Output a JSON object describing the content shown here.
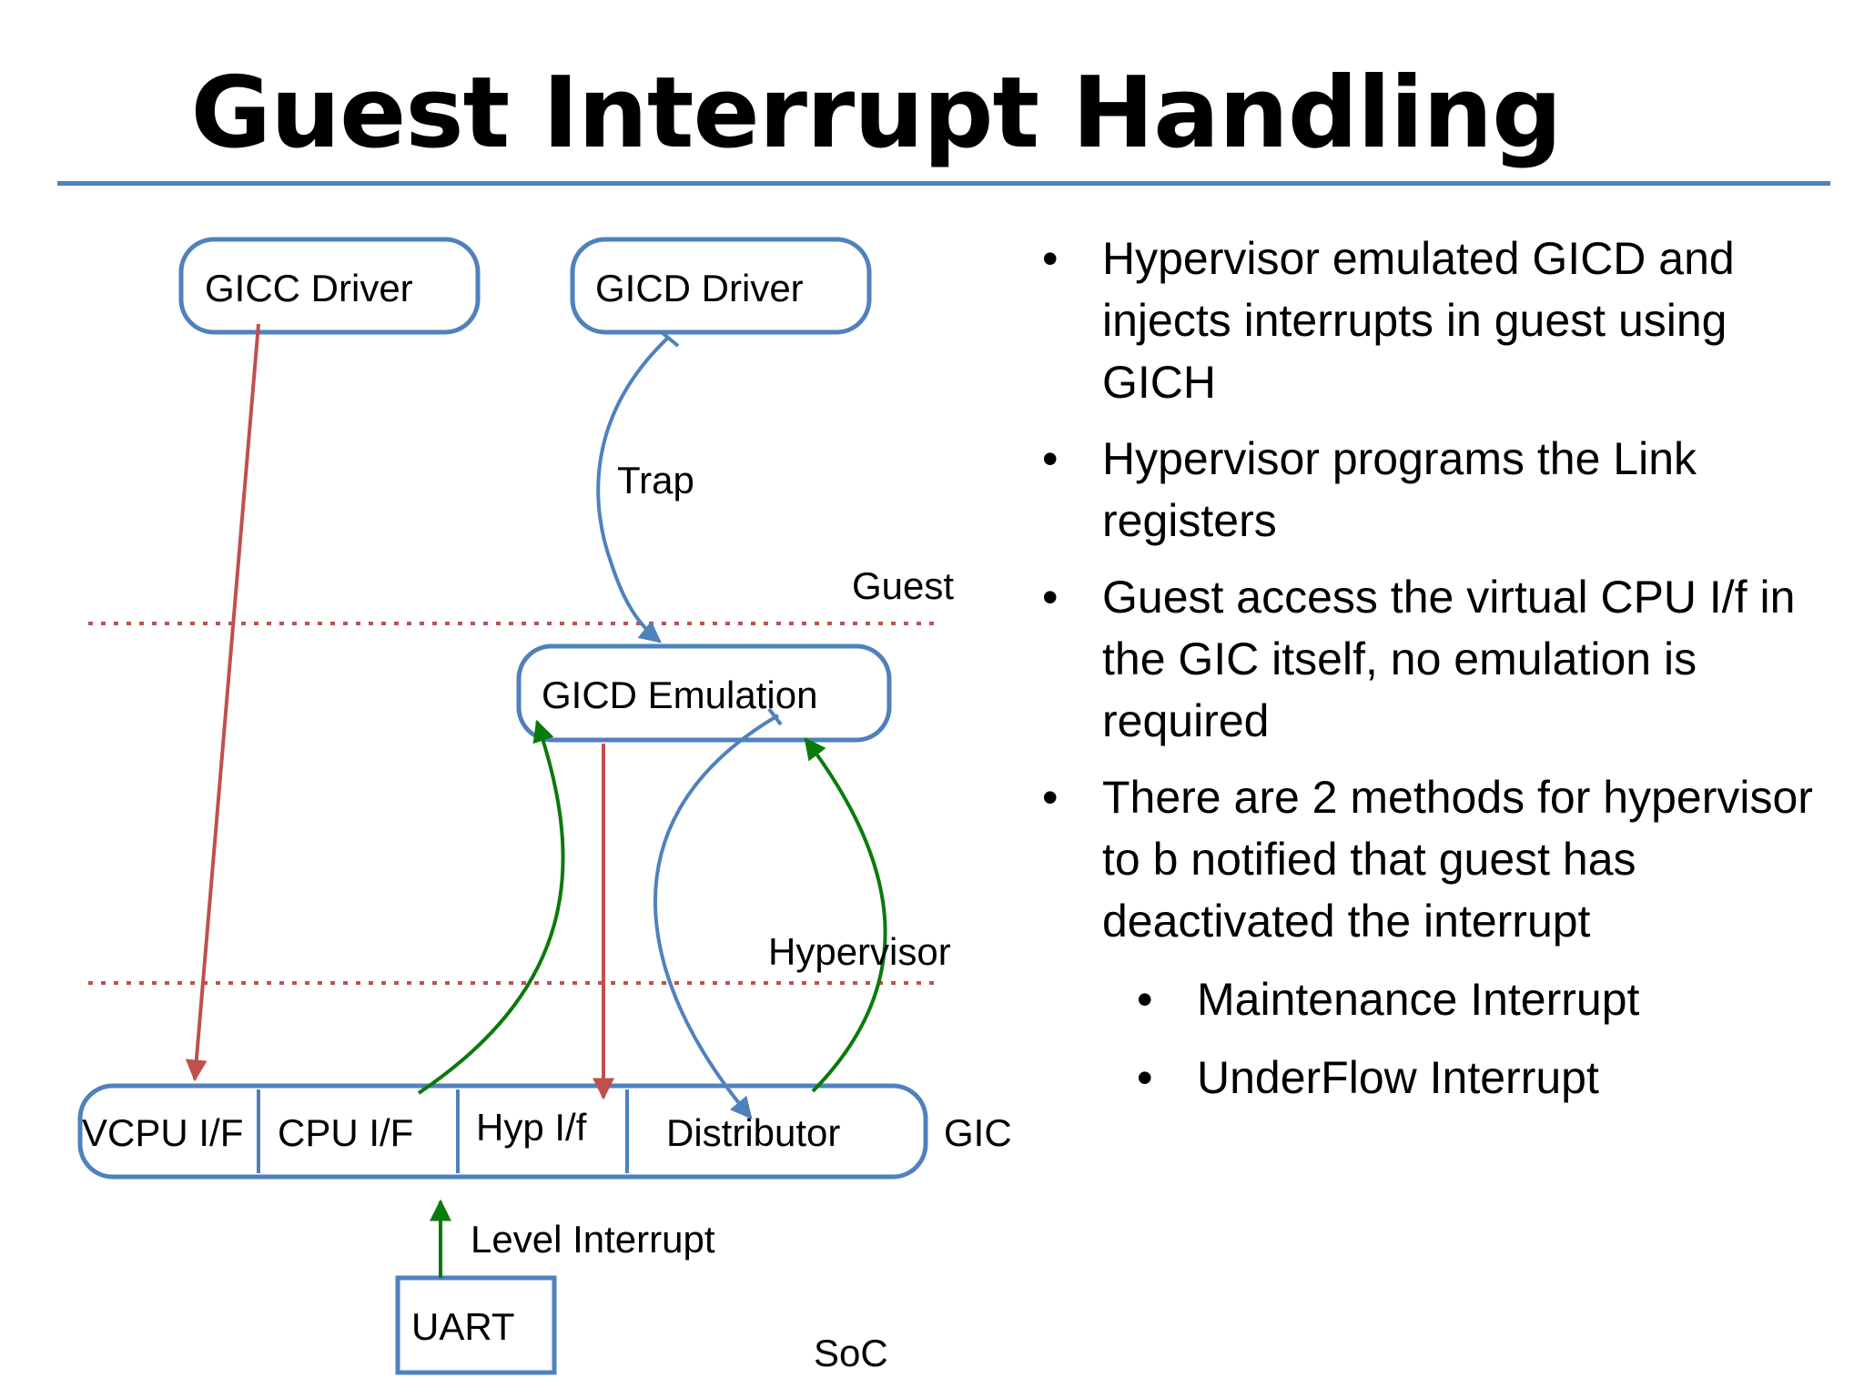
{
  "title": "Guest Interrupt Handling",
  "diagram": {
    "gicc_driver": "GICC Driver",
    "gicd_driver": "GICD Driver",
    "trap_label": "Trap",
    "guest_label": "Guest",
    "gicd_emulation": "GICD Emulation",
    "hypervisor_label": "Hypervisor",
    "gic_label": "GIC",
    "gic_parts": [
      "VCPU I/F",
      "CPU I/F",
      "Hyp I/f",
      "Distributor"
    ],
    "level_interrupt": "Level Interrupt",
    "uart": "UART",
    "soc_label": "SoC",
    "colors": {
      "box_border": "#4f81bd",
      "red_arrow": "#c0504d",
      "green_arrow": "#0a7a0a",
      "blue_arrow": "#4f81bd",
      "rule": "#4f81bd"
    }
  },
  "bullets": [
    {
      "text": "Hypervisor emulated GICD and injects interrupts in guest using GICH"
    },
    {
      "text": "Hypervisor programs the Link registers"
    },
    {
      "text": "Guest access the virtual CPU I/f in the GIC itself, no emulation is required"
    },
    {
      "text": "There are 2 methods for hypervisor to b notified that guest has deactivated the interrupt",
      "sub": [
        "Maintenance Interrupt",
        "UnderFlow Interrupt"
      ]
    }
  ]
}
